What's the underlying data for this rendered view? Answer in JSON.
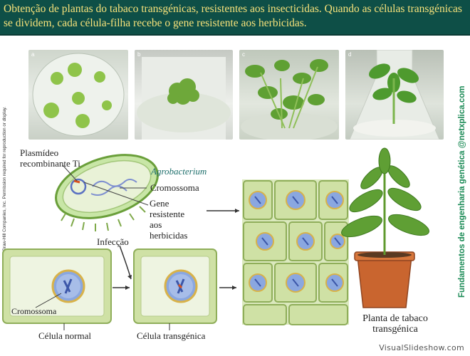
{
  "header": {
    "text": "Obtenção de plantas do tabaco transgénicas, resistentes aos insecticidas. Quando as células transgénicas se dividem, cada célula-filha recebe o gene resistente aos herbicidas."
  },
  "photos": {
    "a": "a",
    "b": "b",
    "c": "c",
    "d": "d"
  },
  "copyright": "Copyright © The McGraw-Hill Companies, Inc. Permission required for reproduction or display.",
  "side_caption": "Fundamentos de engenharia genética @netxplica.com",
  "labels": {
    "plasmid": "Plasmídeo recombinante Ti",
    "agrobacterium": "Agrobacterium",
    "chromosome_top": "Cromossoma",
    "gene": "Gene resistente aos herbicidas",
    "infection": "Infecção",
    "chromosome_cell": "Cromossoma",
    "normal_cell": "Célula normal",
    "transgenic_cell": "Célula transgénica",
    "plant": "Planta de tabaco transgénica"
  },
  "footer": "VisualSlideshow.com",
  "colors": {
    "header_bg": "#0e4f47",
    "header_text": "#f7e27a",
    "side_caption": "#1a8a55",
    "cell_wall": "#b8d48a",
    "nucleus": "#6f8fd0"
  }
}
